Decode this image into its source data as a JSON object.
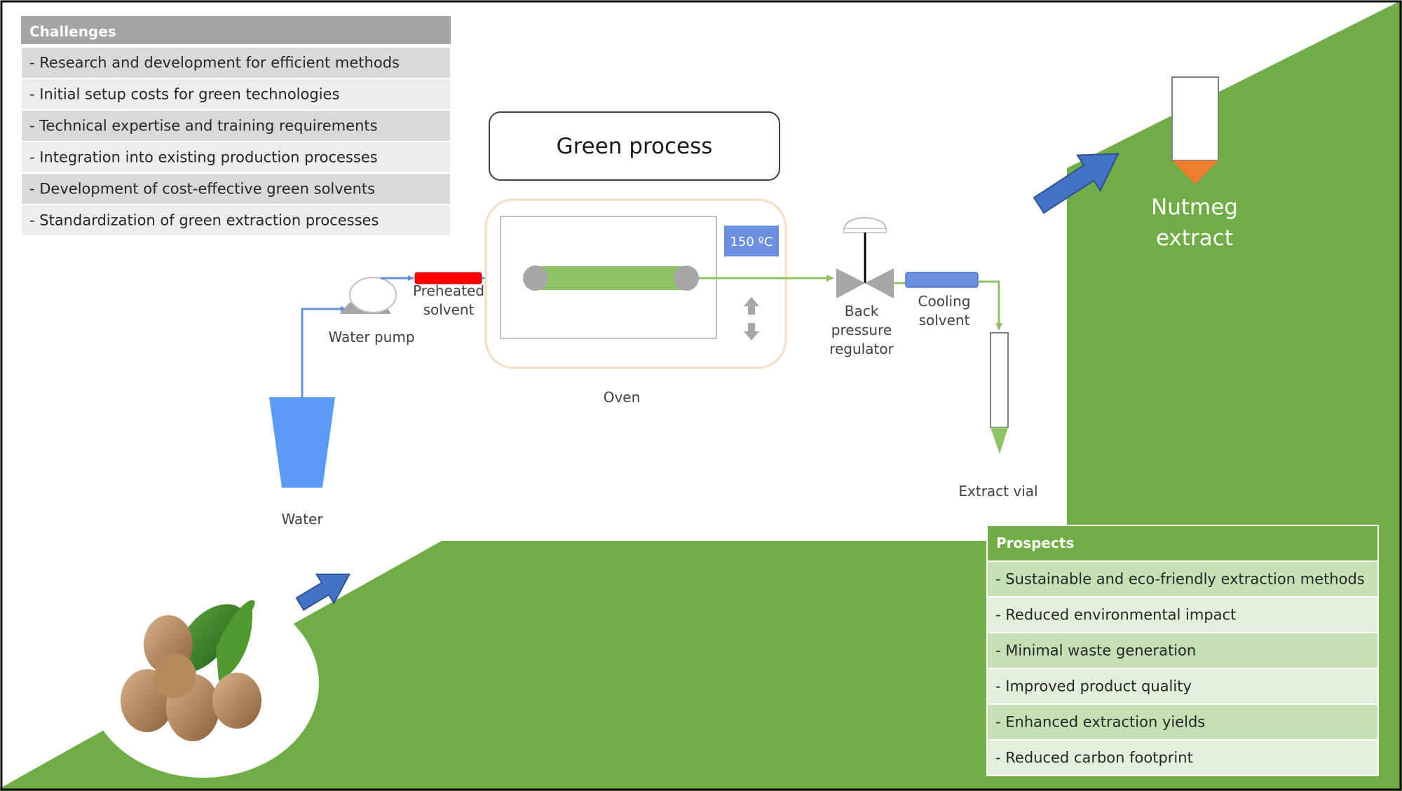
{
  "challenges": {
    "title": "Challenges",
    "items": [
      "- Research and development  for efficient methods",
      "- Initial setup costs for green technologies",
      "- Technical expertise and training requirements",
      "- Integration into existing production processes",
      "- Development  of cost-effective green solvents",
      "- Standardization of green extraction processes"
    ]
  },
  "prospects": {
    "title": "Prospects",
    "items": [
      "- Sustainable and eco-friendly extraction methods",
      "- Reduced environmental  impact",
      "- Minimal waste generation",
      "- Improved  product  quality",
      "- Enhanced extraction yields",
      "- Reduced carbon footprint"
    ]
  },
  "process": {
    "title": "Green process",
    "temperature": "150 ºC",
    "labels": {
      "water": "Water",
      "water_pump": "Water pump",
      "preheated_1": "Preheated",
      "preheated_2": "solvent",
      "oven": "Oven",
      "bpr_1": "Back",
      "bpr_2": "pressure",
      "bpr_3": "regulator",
      "cooling_1": "Cooling",
      "cooling_2": "solvent",
      "extract_vial": "Extract vial"
    }
  },
  "product": {
    "line1": "Nutmeg",
    "line2": "extract"
  },
  "colors": {
    "green": "#70ad47",
    "header_gray": "#a5a5a5",
    "row_gray_dark": "#d9d9d9",
    "row_gray_light": "#ededed",
    "row_green_dark": "#c5e0b4",
    "row_green_light": "#e2efda",
    "blue_arrow": "#4472c4",
    "preheater_red": "#ff0000",
    "cooler_blue": "#6d8fe0",
    "column_green": "#8fc167",
    "tip_orange": "#ed7d31"
  }
}
